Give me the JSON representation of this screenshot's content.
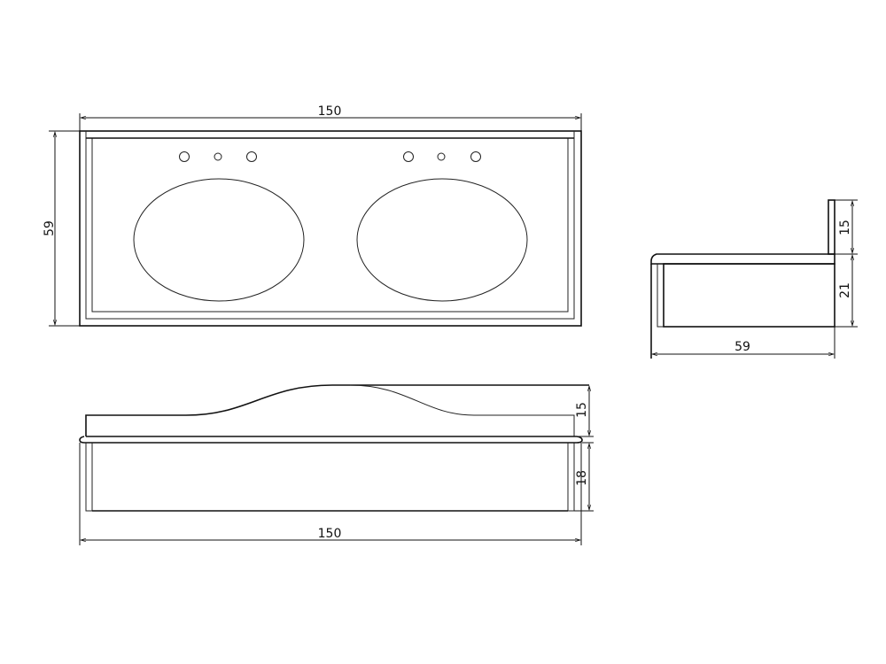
{
  "drawing": {
    "top_view": {
      "width_label": "150",
      "depth_label": "59",
      "basins": 2,
      "faucet_holes_per_basin": 3
    },
    "front_view": {
      "width_label": "150",
      "backsplash_height_label": "15",
      "cabinet_height_label": "18"
    },
    "side_view": {
      "depth_label": "59",
      "backsplash_height_label": "15",
      "cabinet_height_label": "21"
    },
    "line_color": "#111111"
  }
}
